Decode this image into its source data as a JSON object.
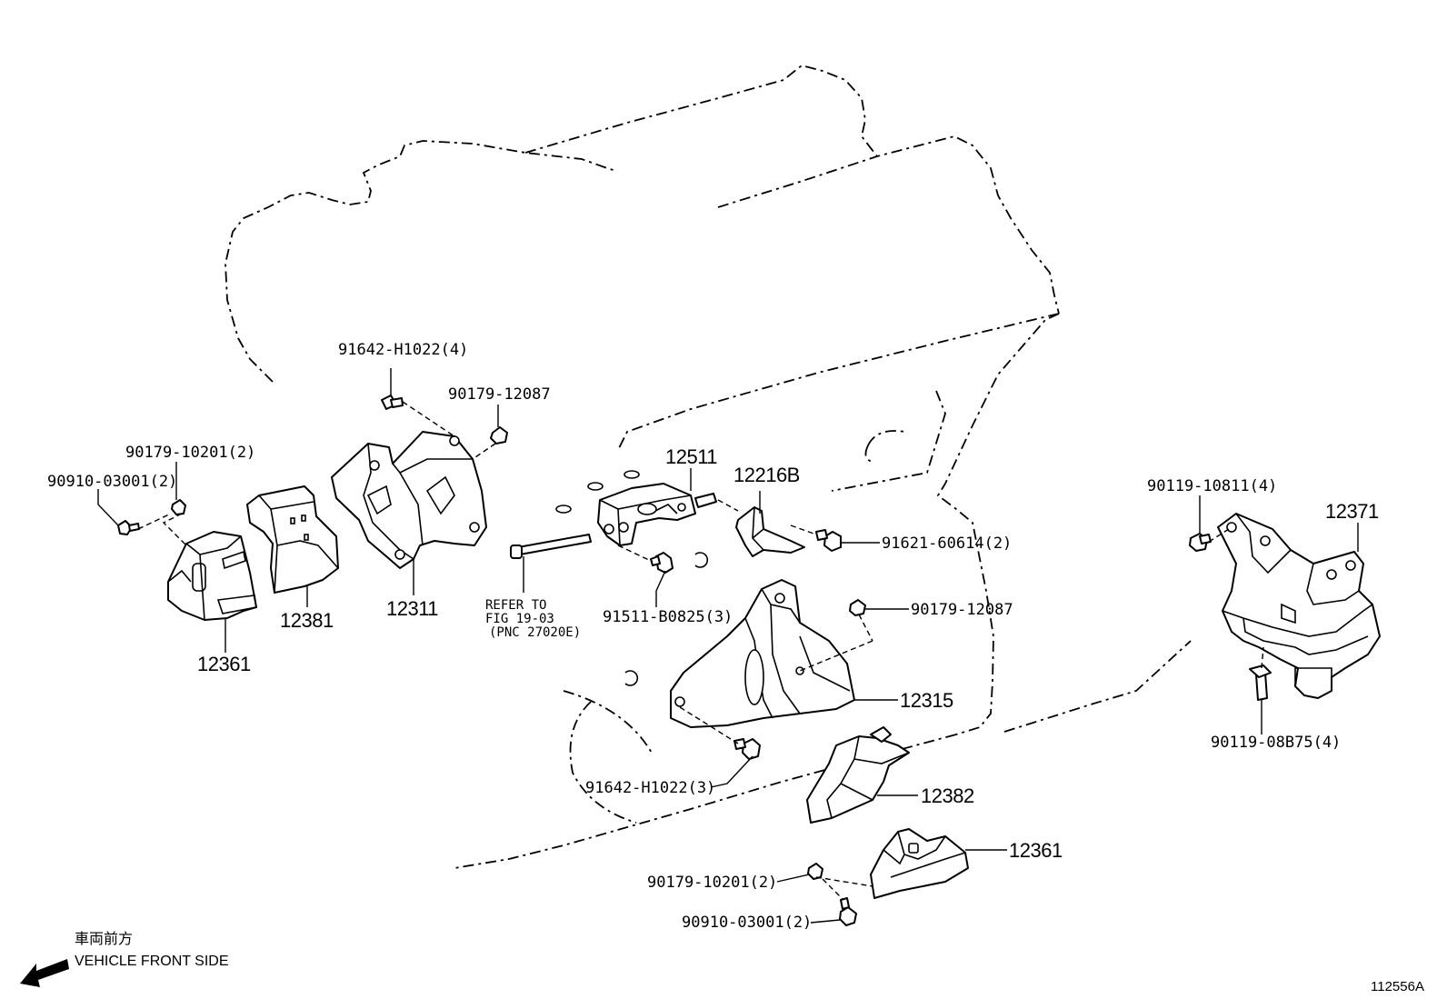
{
  "labels": {
    "p91642_top": "91642-H1022(4)",
    "p90179_12087_top": "90179-12087",
    "p90179_10201_left": "90179-10201(2)",
    "p90910_03001_left": "90910-03001(2)",
    "p12361_left": "12361",
    "p12381": "12381",
    "p12311": "12311",
    "p12511": "12511",
    "p12216B": "12216B",
    "p91621": "91621-60614(2)",
    "p91511": "91511-B0825(3)",
    "p90179_12087_mid": "90179-12087",
    "p12315": "12315",
    "p91642_mid": "91642-H1022(3)",
    "p12382": "12382",
    "p12361_right": "12361",
    "p90179_10201_bottom": "90179-10201(2)",
    "p90910_03001_bottom": "90910-03001(2)",
    "p90119_10811": "90119-10811(4)",
    "p12371": "12371",
    "p90119_08B75": "90119-08B75(4)"
  },
  "refer": {
    "line1": "REFER TO",
    "line2": "FIG 19-03",
    "line3": "(PNC 27020E)"
  },
  "direction": {
    "jp": "車両前方",
    "en": "VEHICLE FRONT SIDE"
  },
  "diagram_id": "112556A"
}
